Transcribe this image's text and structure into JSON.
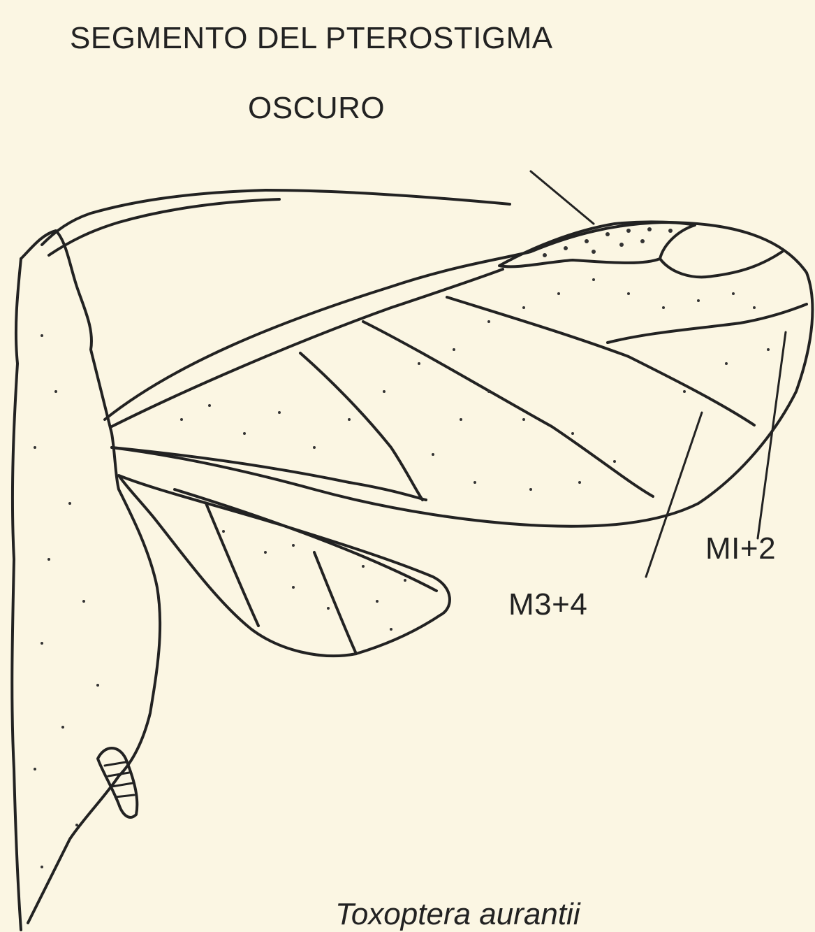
{
  "figure": {
    "title_line1": "SEGMENTO DEL PTEROSTIGMA",
    "title_line2": "OSCURO",
    "label_m1_2": "MI+2",
    "label_m3_4": "M3+4",
    "species": "Toxoptera aurantii",
    "colors": {
      "paper": "#fbf6e3",
      "ink": "#222222"
    }
  }
}
